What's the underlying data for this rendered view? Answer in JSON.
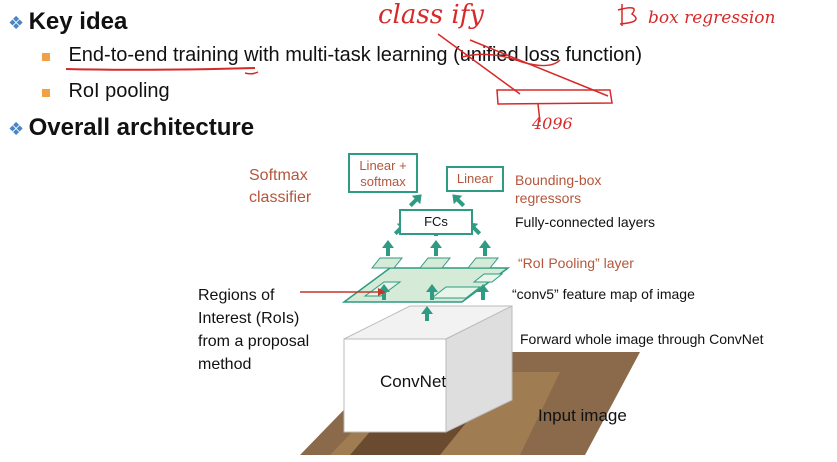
{
  "slide": {
    "heading1": "Key idea",
    "bullets": [
      "End-to-end training with multi-task learning (unified loss function)",
      "RoI pooling"
    ],
    "heading2": "Overall architecture"
  },
  "diagram": {
    "softmax_label": "Softmax classifier",
    "linear_softmax_box": "Linear + softmax",
    "linear_box": "Linear",
    "bbox_label": "Bounding-box regressors",
    "fcs_box": "FCs",
    "fc_label": "Fully-connected layers",
    "roi_pool_label": "“RoI Pooling” layer",
    "conv5_label": "“conv5” feature map of image",
    "rois_label": "Regions of Interest (RoIs) from a proposal method",
    "forward_label": "Forward whole image through ConvNet",
    "convnet_label": "ConvNet",
    "input_label": "Input image"
  },
  "annotations": {
    "classify": "class ify",
    "box_regression": "box regression",
    "dim": "4096"
  },
  "colors": {
    "accent_teal": "#2f9b82",
    "ink_red": "#d62a2a",
    "label_red": "#b5563c",
    "bullet_orange": "#f0a045"
  }
}
